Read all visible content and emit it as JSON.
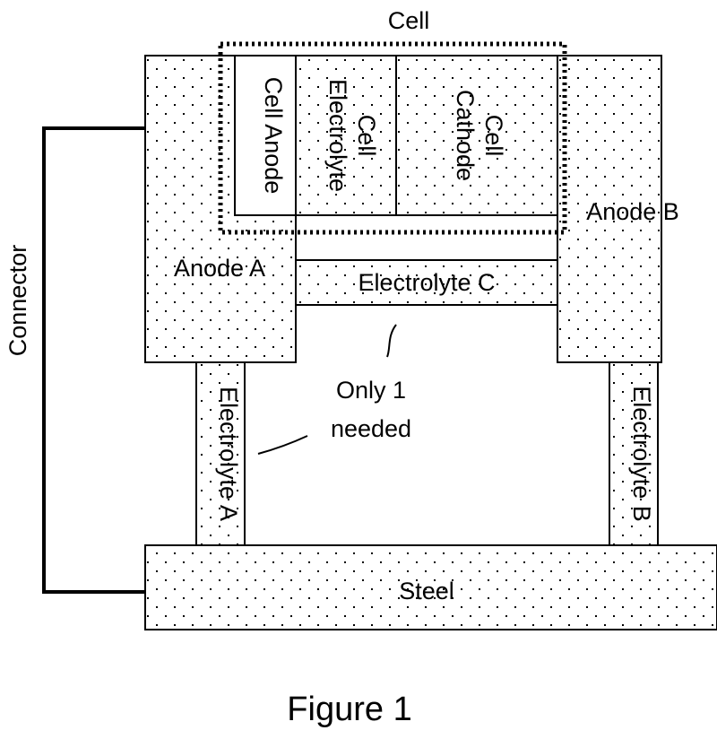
{
  "labels": {
    "cell": "Cell",
    "cell_anode": "Cell Anode",
    "cell_electrolyte_line1": "Cell",
    "cell_electrolyte_line2": "Electrolyte",
    "cell_cathode_line1": "Cell",
    "cell_cathode_line2": "Cathode",
    "anode_a": "Anode A",
    "anode_b": "Anode B",
    "electrolyte_c": "Electrolyte C",
    "electrolyte_a": "Electrolyte A",
    "electrolyte_b": "Electrolyte B",
    "steel": "Steel",
    "connector": "Connector",
    "note_line1": "Only 1",
    "note_line2": "needed",
    "figure_caption": "Figure 1"
  }
}
